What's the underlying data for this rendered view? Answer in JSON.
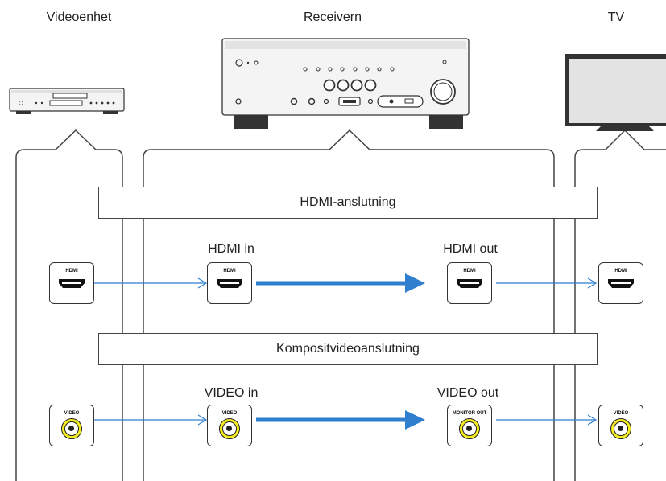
{
  "devices": {
    "source_label": "Videoenhet",
    "receiver_label": "Receivern",
    "tv_label": "TV"
  },
  "sections": {
    "hdmi_title": "HDMI-anslutning",
    "composite_title": "Kompositvideoanslutning"
  },
  "ports": {
    "hdmi_in_label": "HDMI in",
    "hdmi_out_label": "HDMI out",
    "video_in_label": "VIDEO in",
    "video_out_label": "VIDEO out",
    "hdmi_tag": "HDMI",
    "video_tag": "VIDEO",
    "monitor_out_tag": "MONITOR OUT"
  },
  "colors": {
    "signal_line": "#2f7fcf",
    "thick_arrow": "#2f7fcf",
    "rca_yellow": "#f3ec1e"
  }
}
